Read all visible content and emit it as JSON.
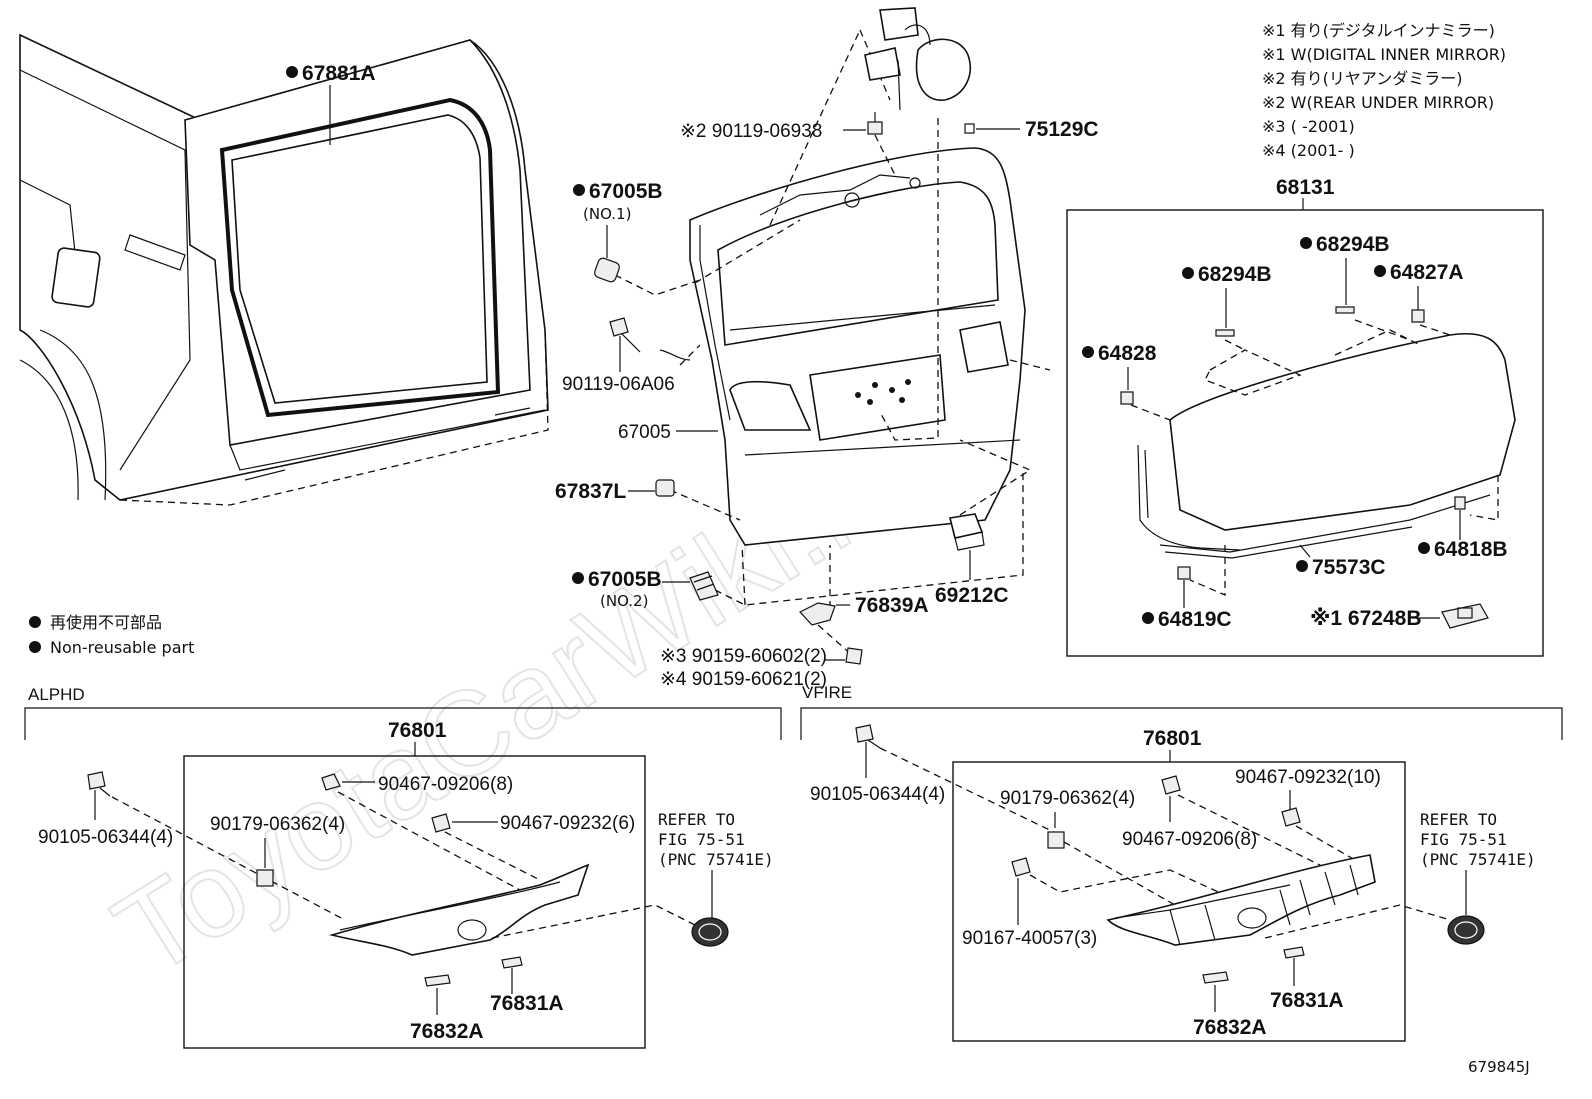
{
  "watermark": "ToyotaCarWiki.ru",
  "notes": [
    "※1 有り(デジタルインナミラー)",
    "※1 W(DIGITAL INNER MIRROR)",
    "※2 有り(リヤアンダミラー)",
    "※2 W(REAR UNDER MIRROR)",
    "※3 (        -2001)",
    "※4 (2001-        )"
  ],
  "legend": {
    "jp": "再使用不可部品",
    "en": "Non-reusable part"
  },
  "sections": {
    "alphd": "ALPHD",
    "vfire": "VFIRE"
  },
  "labels": {
    "p67881A": "67881A",
    "p67005B_1": "67005B",
    "p67005B_1_sub": "(NO.1)",
    "p90119_06A06": "90119-06A06",
    "p67005": "67005",
    "p67837L": "67837L",
    "p67005B_2": "67005B",
    "p67005B_2_sub": "(NO.2)",
    "p76839A": "76839A",
    "p69212C": "69212C",
    "p90159_60602": "※3 90159-60602(2)",
    "p90159_60621": "※4 90159-60621(2)",
    "p90119_06938": "※2 90119-06938",
    "p75129C": "75129C",
    "p68131": "68131",
    "p68294B_a": "68294B",
    "p68294B_b": "68294B",
    "p64827A": "64827A",
    "p64828": "64828",
    "p64818B": "64818B",
    "p75573C": "75573C",
    "p64819C": "64819C",
    "p67248B": "※1 67248B",
    "a_76801": "76801",
    "a_90467_09206": "90467-09206(8)",
    "a_90105_06344": "90105-06344(4)",
    "a_90179_06362": "90179-06362(4)",
    "a_90467_09232": "90467-09232(6)",
    "a_76832A": "76832A",
    "a_76831A": "76831A",
    "a_refer1": "REFER TO",
    "a_refer2": "FIG 75-51",
    "a_refer3": "(PNC 75741E)",
    "v_76801": "76801",
    "v_90105_06344": "90105-06344(4)",
    "v_90179_06362": "90179-06362(4)",
    "v_90467_09232": "90467-09232(10)",
    "v_90467_09206": "90467-09206(8)",
    "v_90167_40057": "90167-40057(3)",
    "v_76832A": "76832A",
    "v_76831A": "76831A",
    "v_refer1": "REFER TO",
    "v_refer2": "FIG 75-51",
    "v_refer3": "(PNC 75741E)"
  },
  "figure_code": "679845J"
}
